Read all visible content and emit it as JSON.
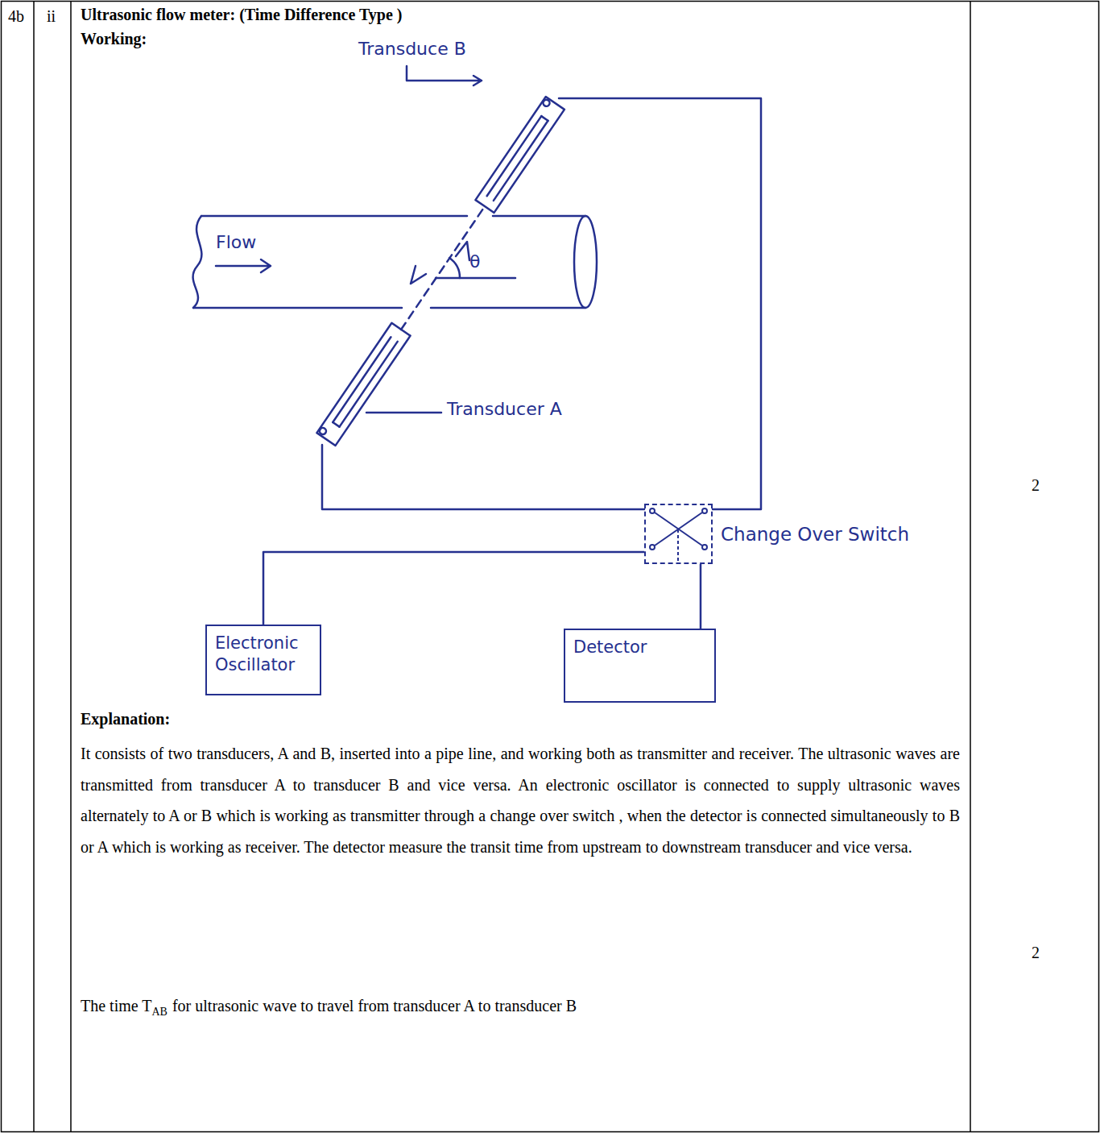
{
  "diagram": {
    "title": "Ultrasonic flow meter: (Time Difference Type )",
    "nodes": [
      {
        "text": [
          "Change Over Switch"
        ]
      },
      {
        "text": [
          "Electronic Oscillator"
        ]
      },
      {
        "text": [
          "Detector"
        ]
      }
    ],
    "edges": [
      {
        "from": 1,
        "to": 0,
        "arrow": "none"
      },
      {
        "from": 0,
        "to": 2,
        "arrow": "none"
      }
    ],
    "labels": [
      "4b",
      "ii",
      "Working:",
      "Transduce B",
      "Flow",
      "θ",
      "Transducer A",
      "2",
      "Explanation:",
      "It consists of two transducers, A and B, inserted into a pipe line, and working both as transmitter and receiver. The ultrasonic waves are transmitted from transducer A to transducer B and vice versa. An electronic oscillator is connected to supply ultrasonic waves alternately to A or B which is working as transmitter through a change over switch , when the detector is connected simultaneously to B or A which is working as receiver. The detector measure the transit time from upstream to downstream transducer and vice versa.",
      "The time T",
      "AB",
      "for ultrasonic wave to travel from transducer A to transducer B",
      "2"
    ]
  }
}
